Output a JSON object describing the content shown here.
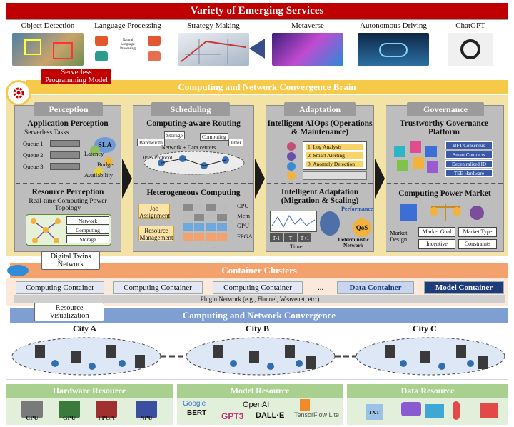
{
  "header": {
    "title": "Variety of Emerging Services"
  },
  "services": [
    {
      "label": "Object Detection",
      "icon": "object-detection-image"
    },
    {
      "label": "Language Processing",
      "icon": "language-processing-image"
    },
    {
      "label": "Strategy Making",
      "icon": "strategy-making-image"
    },
    {
      "label": "Metaverse",
      "icon": "metaverse-image"
    },
    {
      "label": "Autonomous Driving",
      "icon": "autonomous-driving-image"
    },
    {
      "label": "ChatGPT",
      "icon": "chatgpt-logo"
    }
  ],
  "language_icon_text": "Natural\nLanguage\nProcessing",
  "serverless": "Serverless Programming Model",
  "brain": {
    "title": "Computing and Network Convergence Brain"
  },
  "columns": {
    "perception": {
      "head": "Perception",
      "app_title": "Application Perception",
      "serverless_tasks": "Serverless Tasks",
      "queues": [
        "Queue 1",
        "Queue 2",
        "Queue 3"
      ],
      "sla": "SLA",
      "metrics": [
        "Latency",
        "Budget",
        "Availability"
      ],
      "res_title": "Resource Perception",
      "res_sub": "Real-time Computing Power Topology",
      "topo_labels": [
        "Network",
        "Computing",
        "Storage"
      ]
    },
    "scheduling": {
      "head": "Scheduling",
      "routing_title": "Computing-aware Routing",
      "routing_labels": [
        "Storage",
        "Computing",
        "Bandwidth",
        "Network + Data centers",
        "Jitter",
        "IPv6 Protocol",
        "..."
      ],
      "hetero_title": "Heterogeneous Computing",
      "job": "Job Assignment",
      "resource": "Resource Management",
      "hw": [
        "CPU",
        "Mem",
        "GPU",
        "FPGA"
      ],
      "dots": "..."
    },
    "adaptation": {
      "head": "Adaptation",
      "aiops_title": "Intelligent AIOps (Operations & Maintenance)",
      "aiops_items": [
        "1. Log Analysis",
        "2. Smart Alerting",
        "3. Anomaly Detection"
      ],
      "adapt_title": "Intelligent Adaptation (Migration & Scaling)",
      "perf": "Performance",
      "qos": "QoS",
      "det": "Deterministic Network",
      "time_boxes": [
        "T-1",
        "T",
        "T+1"
      ],
      "time_label": "Time"
    },
    "governance": {
      "head": "Governance",
      "platform_title": "Trustworthy Governance Platform",
      "platform_items": [
        "BFT Consensus",
        "Smart Contracts",
        "Decentralized ID",
        "TEE Hardware"
      ],
      "market_title": "Computing Power Market",
      "market_design": "Market Design",
      "market_tags": [
        "Market Goal",
        "Market Type",
        "Incentive",
        "Constraints"
      ]
    }
  },
  "digital_twins": "Digital Twins Network",
  "containers": {
    "title": "Container Clusters",
    "boxes": [
      "Computing Container",
      "Computing Container",
      "Computing Container",
      "...",
      "Data Container",
      "Model Container"
    ],
    "plugin": "Plugin Network (e.g., Flannel, Weavenet, etc.)"
  },
  "resource_visualization": "Resource Visualization",
  "convergence": {
    "title": "Computing and Network Convergence",
    "cities": [
      "City A",
      "City B",
      "City C"
    ]
  },
  "resources": {
    "hardware": {
      "title": "Hardware Resource",
      "items": [
        "CPU",
        "GPU",
        "FPGA",
        "NPU"
      ]
    },
    "model": {
      "title": "Model Resource",
      "items": [
        "Google",
        "BERT",
        "GPT3",
        "OpenAI",
        "DALL·E",
        "TensorFlow Lite"
      ]
    },
    "data": {
      "title": "Data Resource",
      "items": [
        "TXT"
      ]
    }
  },
  "colors": {
    "red": "#c00000",
    "gold": "#f7c948",
    "orange": "#f4a26d",
    "blue": "#7f9fd3",
    "green": "#a9d08e"
  }
}
